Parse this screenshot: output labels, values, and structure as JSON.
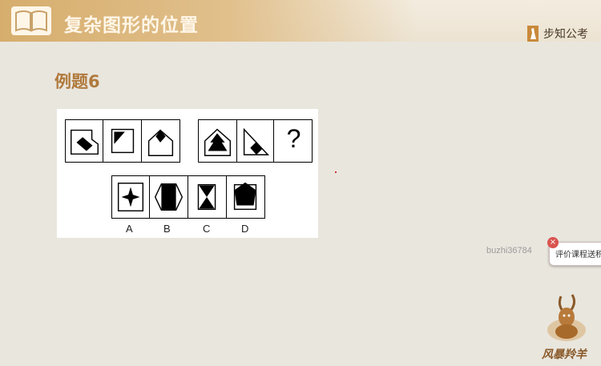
{
  "header": {
    "title": "复杂图形的位置",
    "brand": "步知公考"
  },
  "example": {
    "title": "例题6"
  },
  "puzzle": {
    "question_mark": "?",
    "options": [
      "A",
      "B",
      "C",
      "D"
    ]
  },
  "watermark": {
    "user": "buzhi36784"
  },
  "promo": {
    "text": "评价课程送积分",
    "close": "×"
  },
  "mascot": {
    "caption": "风暴羚羊"
  },
  "colors": {
    "header": "#d6ad6d",
    "example_title": "#b07a3c",
    "background": "#e9e6de"
  },
  "icons": [
    "open-book-icon",
    "brand-logo-icon",
    "close-icon",
    "antelope-mascot-icon"
  ]
}
